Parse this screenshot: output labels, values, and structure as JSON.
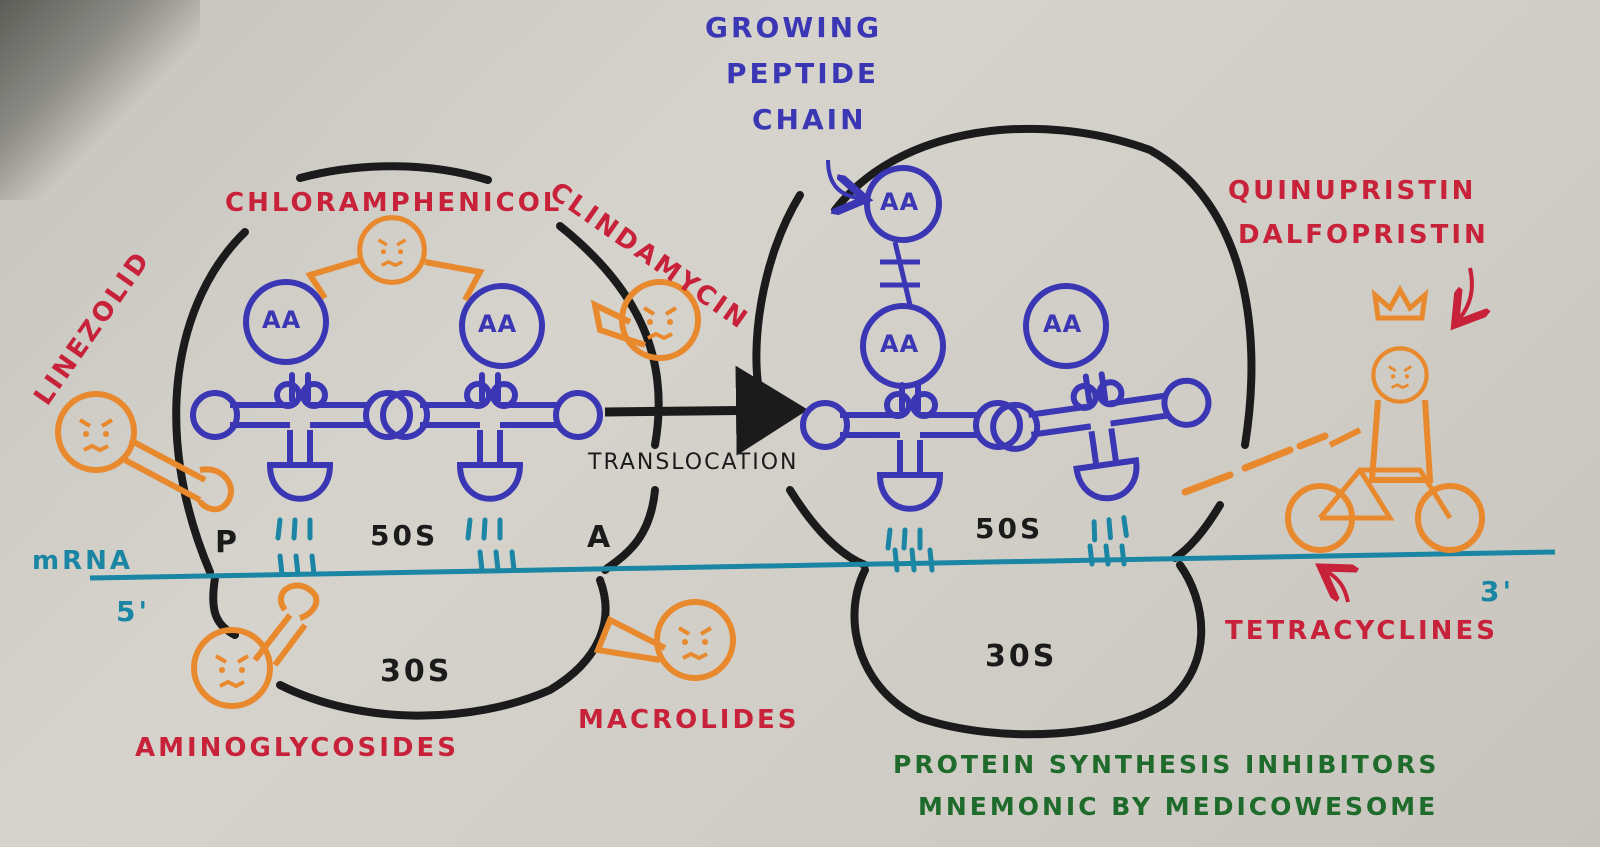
{
  "labels": {
    "chloramphenicol": "CHLORAMPHENICOL",
    "clindamycin": "CLINDAMYCIN",
    "linezolid": "LINEZOLID",
    "growing_peptide": [
      "GROWING",
      "PEPTIDE",
      "CHAIN"
    ],
    "quinupristin": "QUINUPRISTIN",
    "dalfopristin": "DALFOPRISTIN",
    "p_site": "P",
    "a_site": "A",
    "mrna": "mRNA",
    "five_prime": "5'",
    "three_prime": "3'",
    "left_50s": "50S",
    "left_30s": "30S",
    "right_50s": "50S",
    "right_30s": "30S",
    "translocation": "TRANSLOCATION",
    "aminoglycosides": "AMINOGLYCOSIDES",
    "macrolides": "MACROLIDES",
    "tetracyclines": "TETRACYCLINES",
    "aa": "AA",
    "title_line1": "PROTEIN SYNTHESIS INHIBITORS",
    "title_line2": "MNEMONIC BY MEDICOWESOME"
  },
  "colors": {
    "red_text": "#c8223a",
    "blue_trna": "#3a36b4",
    "orange_drugs": "#e8892e",
    "teal_mrna": "#1a86a3",
    "green_title": "#1f6b2c",
    "black_ribosome": "#1b1b1b",
    "background": "#cfccc6"
  }
}
